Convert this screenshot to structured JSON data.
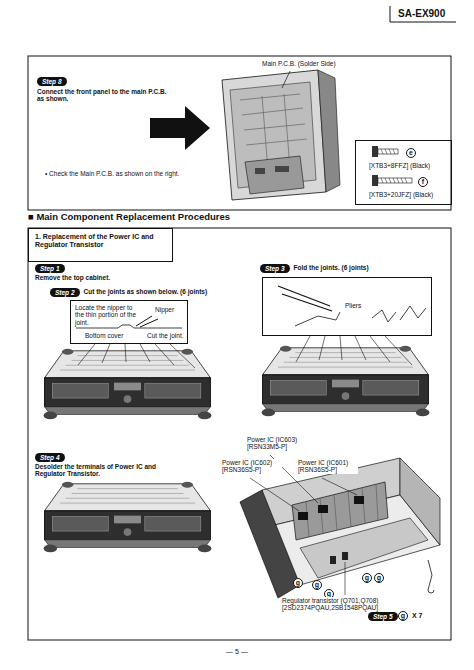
{
  "diagram": {
    "nodes": [
      {
        "text": [
          "Step 8"
        ]
      },
      {
        "text": [
          "[XTB3+8FFZ] (Black)",
          "[XTB3+20JFZ] (Black)"
        ]
      },
      {
        "text": [
          "e"
        ],
        "in": 1
      },
      {
        "text": [
          "f"
        ],
        "in": 1
      },
      {
        "text": [
          "1. Replacement of the Power IC and Regulator Transistor"
        ]
      },
      {
        "text": [
          "Step 1"
        ]
      },
      {
        "text": [
          "Step 2"
        ]
      },
      {
        "text": [
          "Locate the nipper to the thin portion of the joint.",
          "Nipper",
          "Bottom cover",
          "Cut the joint."
        ]
      },
      {
        "text": [
          "Step 3"
        ]
      },
      {
        "text": [
          "Pliers"
        ]
      },
      {
        "text": [
          "Step 4"
        ]
      },
      {
        "text": [
          "g"
        ]
      },
      {
        "text": [
          "g"
        ]
      },
      {
        "text": [
          "g"
        ]
      },
      {
        "text": [
          "g"
        ]
      },
      {
        "text": [
          "g"
        ]
      },
      {
        "text": [
          "Step 5"
        ]
      },
      {
        "text": [
          "g"
        ]
      }
    ],
    "labels": [
      "SA-EX900",
      "Main P.C.B. (Solder Side)",
      "Connect the front panel to the main P.C.B. as shown.",
      "• Check the Main P.C.B. as shown on the right.",
      "■ Main Component Replacement Procedures",
      "Remove the top cabinet.",
      "Cut the joints as shown below. (6 joints)",
      "Fold the joints. (6 joints)",
      "Desolder the terminals of Power IC and Regulator Transistor.",
      "Power IC (IC603) [RSN33M5-P]",
      "Power IC (IC602) [RSN36S5-P]",
      "Power IC (IC601) [RSN36S5-P]",
      "Regulator transistor (Q701,Q708) [2SD2374PQAU,2SB1548PQAU]",
      "X 7",
      "— 5 —"
    ]
  }
}
